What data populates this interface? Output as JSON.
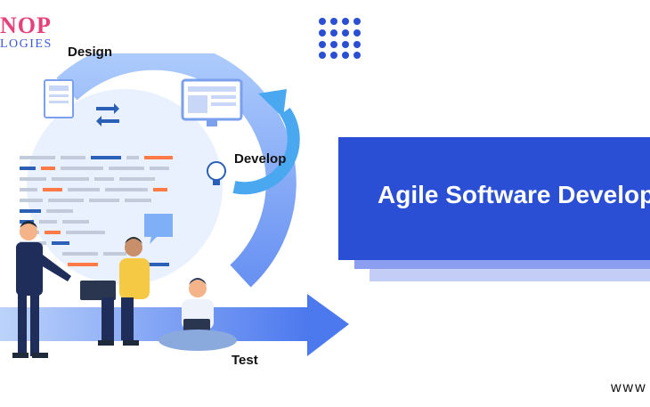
{
  "logo": {
    "top_text": "NOP",
    "bottom_text": "LOGIES"
  },
  "stages": {
    "design": "Design",
    "develop": "Develop",
    "test": "Test"
  },
  "banner": {
    "title": "Agile Software Develop",
    "website": "www"
  },
  "colors": {
    "primary_blue": "#2b4fd4",
    "arrow_blue": "#5a84ee",
    "cycle_light": "#bcd3fb",
    "logo_pink": "#e6417a"
  }
}
